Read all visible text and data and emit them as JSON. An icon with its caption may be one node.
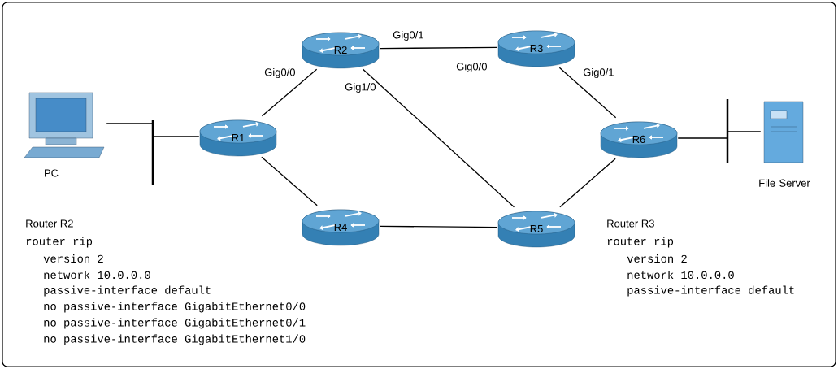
{
  "diagram": {
    "nodes": [
      {
        "text": [],
        "shape": "picture",
        "beside": [
          "PC"
        ]
      },
      {
        "text": [],
        "shape": "bar"
      },
      {
        "text": [
          "R1"
        ]
      },
      {
        "text": [
          "R2"
        ]
      },
      {
        "text": [
          "R3"
        ]
      },
      {
        "text": [
          "R4"
        ]
      },
      {
        "text": [
          "R5"
        ]
      },
      {
        "text": [
          "R6"
        ]
      },
      {
        "text": [],
        "shape": "bar"
      },
      {
        "text": [],
        "shape": "picture",
        "beside": [
          "File Server"
        ]
      }
    ],
    "edges": [
      {
        "from": 0,
        "to": 1,
        "arrow": "none"
      },
      {
        "from": 1,
        "to": 2,
        "arrow": "none"
      },
      {
        "from": 2,
        "to": 3,
        "arrow": "none"
      },
      {
        "from": 2,
        "to": 5,
        "arrow": "none"
      },
      {
        "from": 3,
        "to": 4,
        "arrow": "none"
      },
      {
        "from": 3,
        "to": 6,
        "arrow": "none"
      },
      {
        "from": 5,
        "to": 6,
        "arrow": "none"
      },
      {
        "from": 4,
        "to": 7,
        "arrow": "none"
      },
      {
        "from": 6,
        "to": 7,
        "arrow": "none"
      },
      {
        "from": 7,
        "to": 8,
        "arrow": "none"
      },
      {
        "from": 8,
        "to": 9,
        "arrow": "none"
      }
    ],
    "labels": [
      "Gig0/1",
      "Gig0/0",
      "Gig0/0",
      "Gig0/1",
      "Gig1/0",
      "Router R2",
      "router rip",
      "version 2",
      "network 10.0.0.0",
      "passive-interface default",
      "no passive-interface GigabitEthernet0/0",
      "no passive-interface GigabitEthernet0/1",
      "no passive-interface GigabitEthernet1/0",
      "Router R3",
      "router rip",
      "version 2",
      "network 10.0.0.0",
      "passive-interface default"
    ]
  }
}
